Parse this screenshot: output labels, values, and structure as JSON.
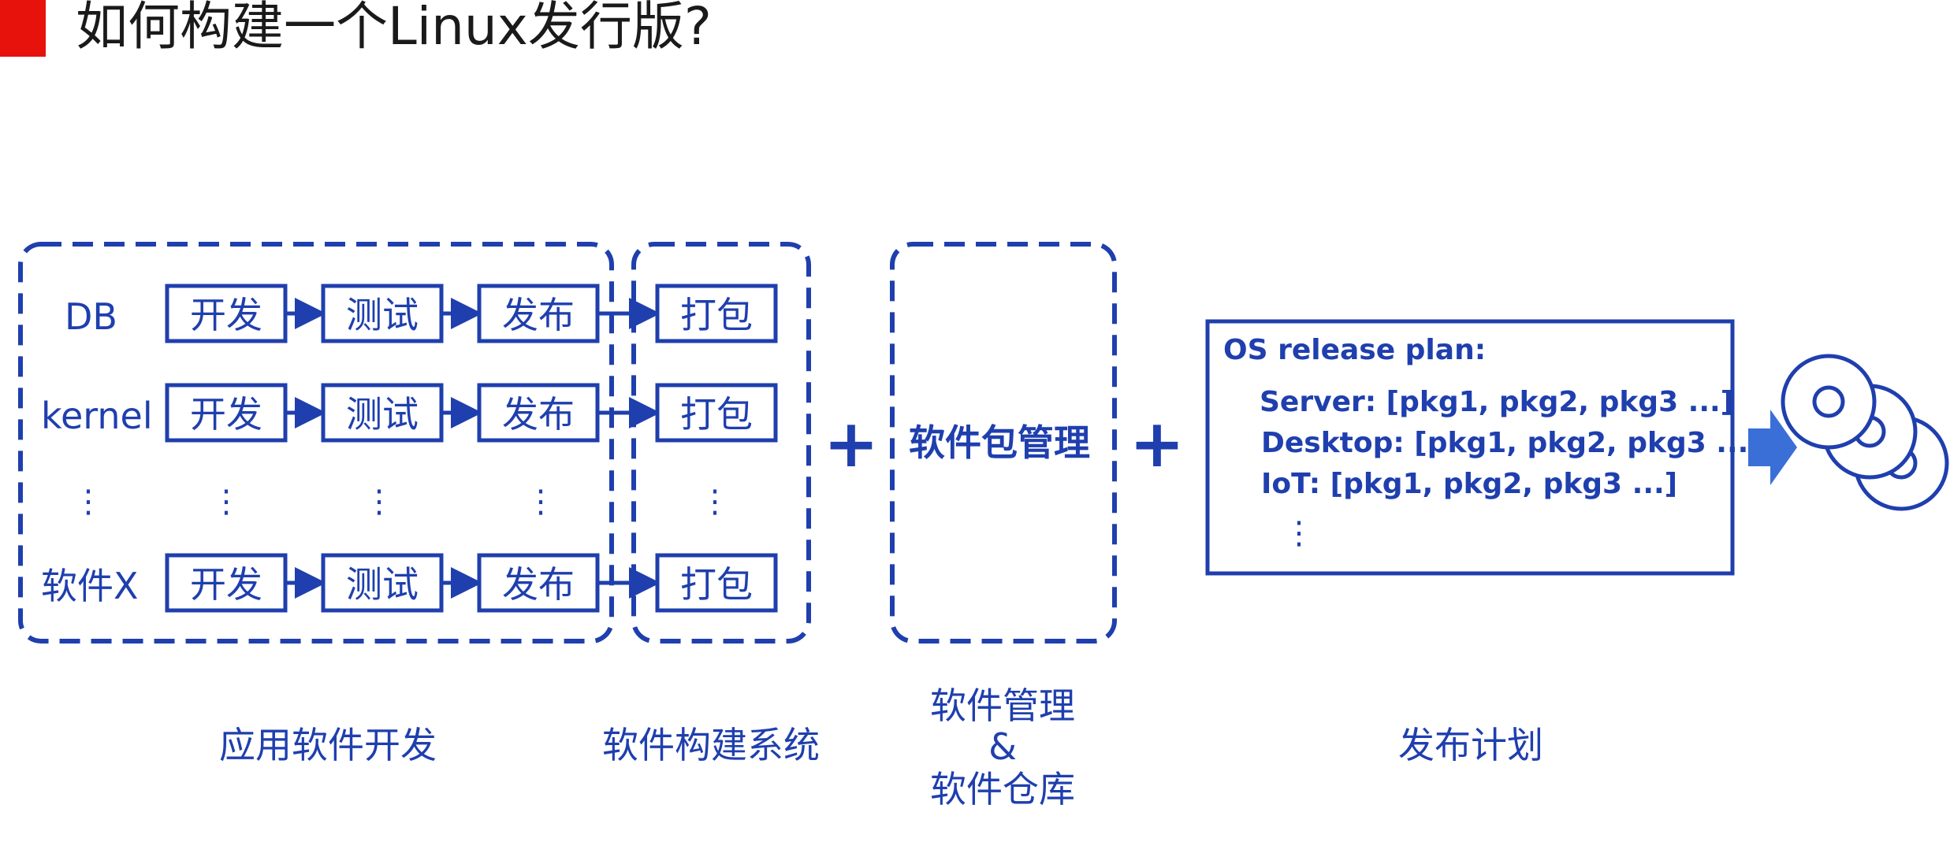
{
  "title": "如何构建一个Linux发行版?",
  "rows": [
    {
      "label": "DB",
      "steps": [
        "开发",
        "测试",
        "发布"
      ],
      "package": "打包"
    },
    {
      "label": "kernel",
      "steps": [
        "开发",
        "测试",
        "发布"
      ],
      "package": "打包"
    },
    {
      "label": "软件X",
      "steps": [
        "开发",
        "测试",
        "发布"
      ],
      "package": "打包"
    }
  ],
  "ellipsis": "⋮",
  "plus": "+",
  "package_management": "软件包管理",
  "release_plan": {
    "heading": "OS release plan:",
    "lines": [
      "Server: [pkg1, pkg2, pkg3 ...]",
      "Desktop: [pkg1, pkg2, pkg3 ...]",
      "IoT: [pkg1, pkg2, pkg3 ...]"
    ]
  },
  "captions": {
    "app_dev": "应用软件开发",
    "build_system": "软件构建系统",
    "mgmt_line1": "软件管理",
    "mgmt_line2": "&",
    "mgmt_line3": "软件仓库",
    "release": "发布计划"
  },
  "colors": {
    "accent": "#1f3fae",
    "title_bar": "#e8120c",
    "arrow": "#3a6fd8",
    "disc_fill": "#ffffff"
  }
}
